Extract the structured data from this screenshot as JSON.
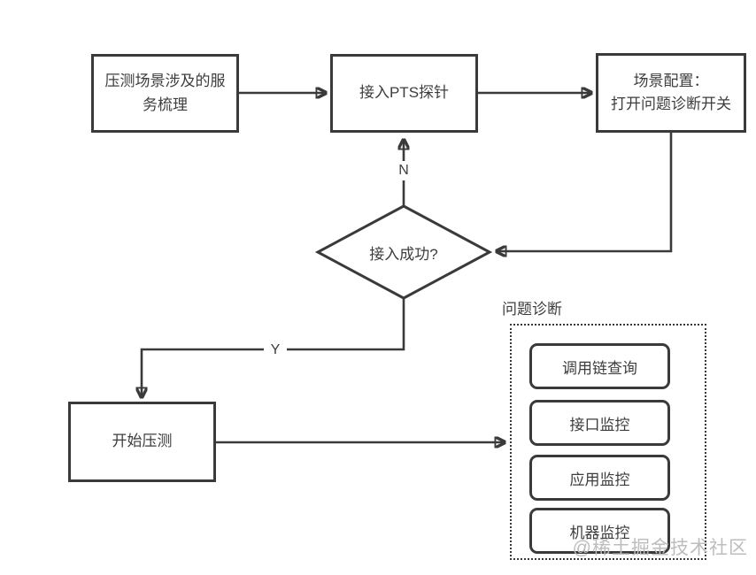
{
  "diagram": {
    "colors": {
      "stroke": "#3a3a3a",
      "text": "#3d3d3d",
      "watermark": "#bdbdbd",
      "background": "#ffffff"
    },
    "nodes": {
      "service": {
        "label": "压测场景涉及的服\n务梳理"
      },
      "pts": {
        "label": "接入PTS探针"
      },
      "config": {
        "label": "场景配置：\n打开问题诊断开关"
      },
      "decision": {
        "label": "接入成功?"
      },
      "start": {
        "label": "开始压测"
      }
    },
    "edges": {
      "no_label": "N",
      "yes_label": "Y"
    },
    "diagnosis_group": {
      "title": "问题诊断",
      "items": [
        {
          "label": "调用链查询"
        },
        {
          "label": "接口监控"
        },
        {
          "label": "应用监控"
        },
        {
          "label": "机器监控"
        }
      ]
    },
    "watermark": "@稀土掘金技术社区"
  }
}
